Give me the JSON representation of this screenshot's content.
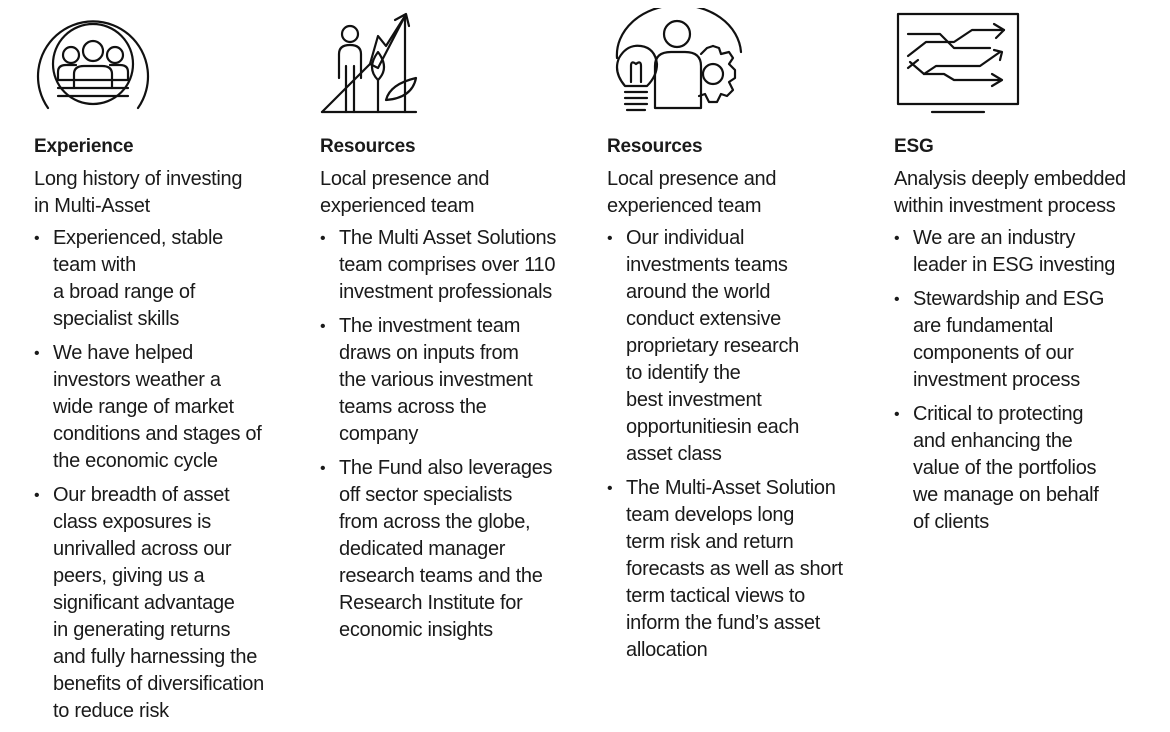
{
  "columns": [
    {
      "icon": "team-circle-icon",
      "heading": "Experience",
      "subheading_lines": [
        "Long history of investing",
        "in Multi-Asset"
      ],
      "bullets": [
        {
          "lines": [
            "Experienced, stable",
            "team with",
            "a broad range of",
            "specialist skills"
          ]
        },
        {
          "lines": [
            "We have helped",
            "investors weather a",
            "wide range of market",
            "conditions and stages of",
            "the economic cycle"
          ]
        },
        {
          "lines": [
            "Our breadth of asset",
            "class exposures is",
            "unrivalled across our",
            "peers, giving us a",
            "significant advantage",
            "in generating returns",
            "and fully harnessing the",
            "benefits of diversification",
            "to reduce risk"
          ]
        }
      ]
    },
    {
      "icon": "person-growth-arrow-icon",
      "heading": "Resources",
      "subheading_lines": [
        "Local presence and",
        "experienced team"
      ],
      "bullets": [
        {
          "lines": [
            "The Multi Asset Solutions",
            "team comprises over 110",
            "investment professionals"
          ]
        },
        {
          "lines": [
            "The investment team",
            "draws on inputs from",
            "the various investment",
            "teams across the",
            "company"
          ]
        },
        {
          "lines": [
            "The Fund also leverages",
            "off sector specialists",
            "from across the globe,",
            "dedicated manager",
            "research teams and the",
            "Research Institute for",
            "economic insights"
          ]
        }
      ]
    },
    {
      "icon": "lightbulb-person-gear-icon",
      "heading": "Resources",
      "subheading_lines": [
        "Local presence and",
        "experienced team"
      ],
      "bullets": [
        {
          "lines": [
            "Our individual",
            "investments teams",
            "around the world",
            "conduct extensive",
            "proprietary research",
            "to identify the",
            "best investment",
            "opportunitiesin each",
            "asset class"
          ]
        },
        {
          "lines": [
            "The Multi-Asset Solution",
            "team develops long",
            "term risk and return",
            "forecasts as well as short",
            "term tactical views to",
            "inform the fund’s asset",
            "allocation"
          ]
        }
      ]
    },
    {
      "icon": "monitor-arrows-icon",
      "heading": "ESG",
      "subheading_lines": [
        "Analysis deeply embedded",
        "within investment process"
      ],
      "bullets": [
        {
          "lines": [
            "We are an industry",
            "leader in ESG investing"
          ]
        },
        {
          "lines": [
            "Stewardship and ESG",
            "are fundamental",
            "components of our",
            "investment process"
          ]
        },
        {
          "lines": [
            "Critical to protecting",
            "and enhancing the",
            "value of the portfolios",
            "we manage on behalf",
            "of clients"
          ]
        }
      ]
    }
  ],
  "bullet_glyph": "•",
  "colors": {
    "text": "#1a1a1a",
    "icon_stroke": "#111111",
    "background": "#ffffff"
  }
}
